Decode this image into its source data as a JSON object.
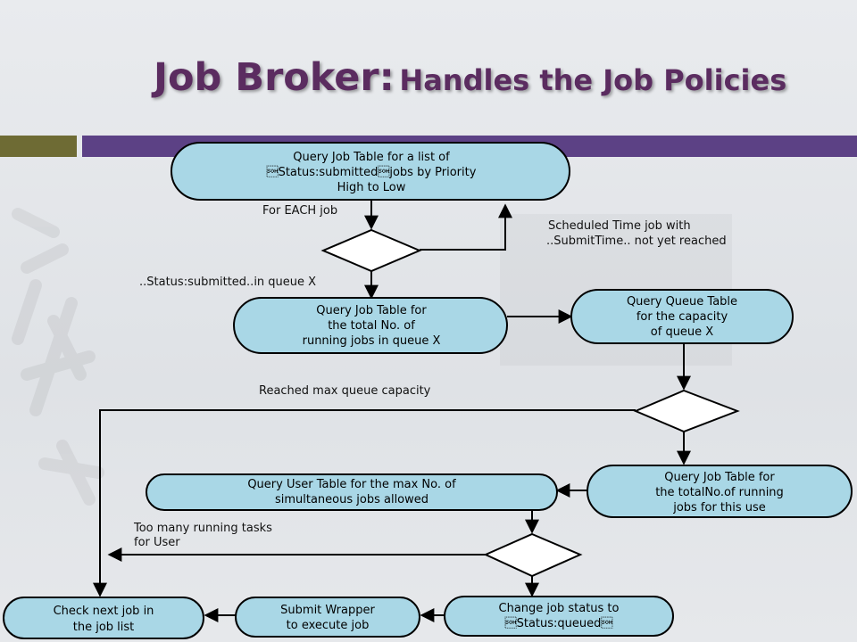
{
  "title": {
    "main": "Job Broker:",
    "sub": "Handles the Job Policies"
  },
  "colors": {
    "node_fill": "#a9d7e6",
    "node_stroke": "#000000",
    "title": "#5b2c60",
    "bar_left": "#6e6b34",
    "bar_right": "#5c4185"
  },
  "nodes": {
    "query_job_table_list": [
      "Query Job Table for a list of",
      "\u0001Status:submitted\u0001jobs by Priority",
      "High to Low"
    ],
    "query_job_table_total": [
      "Query Job Table for",
      "the total No. of",
      "running jobs in queue X"
    ],
    "query_queue_table": [
      "Query Queue Table",
      "for the capacity",
      "of queue X"
    ],
    "query_job_table_user": [
      "Query Job Table for",
      "the totalNo.of running",
      "jobs for this use"
    ],
    "query_user_table": [
      "Query User Table for the max No. of",
      "simultaneous jobs allowed"
    ],
    "change_job_status": [
      "Change job status to",
      "\u0001Status:queued\u0001"
    ],
    "submit_wrapper": [
      "Submit Wrapper",
      "to execute job"
    ],
    "check_next_job": [
      "Check next job in",
      "the job list"
    ]
  },
  "labels": {
    "for_each_job": "For EACH job",
    "scheduled_time": [
      "Scheduled Time job with",
      "..SubmitTime.. not yet reached"
    ],
    "status_submitted": "..Status:submitted..in queue X",
    "reached_max": "Reached max queue capacity",
    "too_many": [
      "Too many running tasks",
      "for User"
    ]
  }
}
